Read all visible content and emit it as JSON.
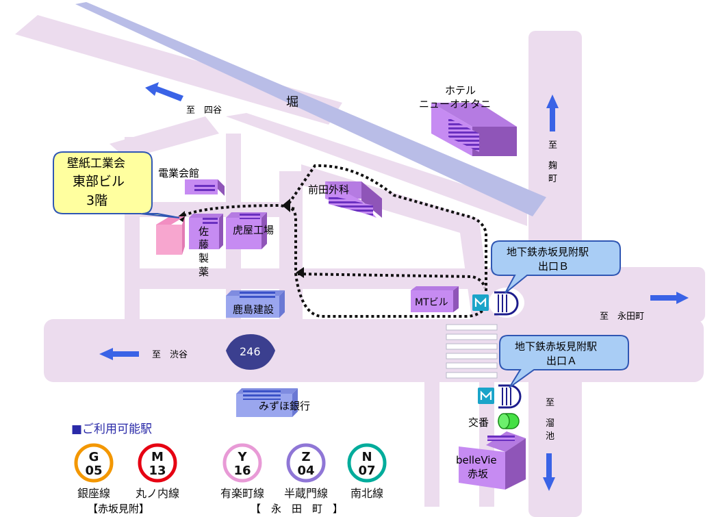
{
  "colors": {
    "road": "#ecdcee",
    "moat": "#b9bde7",
    "building_face": "#c68bf2",
    "building_top": "#b57be2",
    "building_side": "#8f55b8",
    "target_building": "#f7a6cf",
    "callout_yellow": "#ffff9f",
    "callout_blue": "#a9cdf5",
    "arrow_blue": "#3a63e6",
    "route": "#111111",
    "police_box": "#44e044",
    "metro_badge": "#1aa4c9",
    "exit_mark": "#1c1c8c"
  },
  "map": {
    "moat_label": "堀",
    "route_badge": "246",
    "directions": {
      "yotsuya": "至　四谷",
      "shibuya": "至　渋谷",
      "nagatacho": "至　永田町",
      "kojimachi": [
        "至",
        "麹",
        "町"
      ],
      "tameike": [
        "至",
        "溜",
        "池"
      ]
    }
  },
  "target": {
    "line1": "壁紙工業会",
    "line2": "東部ビル",
    "line3": "3階"
  },
  "landmarks": {
    "hotel": [
      "ホテル",
      "ニューオオタニ"
    ],
    "denki": "電業会館",
    "maeda": "前田外科",
    "sato": [
      "佐",
      "藤",
      "製",
      "薬"
    ],
    "toraya": "虎屋工場",
    "kajima": "鹿島建設",
    "mt": "MTビル",
    "mizuho": "みずほ銀行",
    "police": "交番",
    "bellevie": [
      "belleVie",
      "赤坂"
    ]
  },
  "exits": {
    "b": [
      "地下鉄赤坂見附駅",
      "出口Ｂ"
    ],
    "a": [
      "地下鉄赤坂見附駅",
      "出口Ａ"
    ]
  },
  "legend": {
    "title": "■ご利用可能駅",
    "lines": [
      {
        "letter": "G",
        "number": "05",
        "name": "銀座線",
        "color": "#f39700"
      },
      {
        "letter": "M",
        "number": "13",
        "name": "丸ノ内線",
        "color": "#e60012"
      },
      {
        "letter": "Y",
        "number": "16",
        "name": "有楽町線",
        "color": "#e89ad6"
      },
      {
        "letter": "Z",
        "number": "04",
        "name": "半蔵門線",
        "color": "#8f76d6"
      },
      {
        "letter": "N",
        "number": "07",
        "name": "南北線",
        "color": "#00ac9b"
      }
    ],
    "station_akasaka": "【赤坂見附】",
    "station_nagatacho": "【　永　田　町　】"
  }
}
